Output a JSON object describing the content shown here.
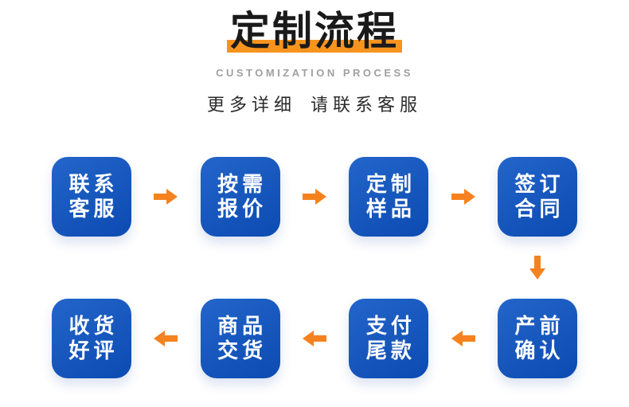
{
  "header": {
    "title": "定制流程",
    "subtitle": "CUSTOMIZATION PROCESS",
    "note": "更多详细 请联系客服"
  },
  "flow": {
    "row1": [
      {
        "line1": "联系",
        "line2": "客服"
      },
      {
        "line1": "按需",
        "line2": "报价"
      },
      {
        "line1": "定制",
        "line2": "样品"
      },
      {
        "line1": "签订",
        "line2": "合同"
      }
    ],
    "row2": [
      {
        "line1": "收货",
        "line2": "好评"
      },
      {
        "line1": "商品",
        "line2": "交货"
      },
      {
        "line1": "支付",
        "line2": "尾款"
      },
      {
        "line1": "产前",
        "line2": "确认"
      }
    ]
  },
  "icons": {
    "arrow_right": "→",
    "arrow_down": "↓",
    "arrow_left": "←"
  },
  "colors": {
    "highlight": "#f7941e",
    "arrow": "#f5821f",
    "box_gradient_start": "#2365ca",
    "box_gradient_end": "#0c4bb1",
    "subtitle_gray": "#9fa0a0",
    "title_black": "#1a1a1a",
    "box_text": "#ffffff"
  }
}
